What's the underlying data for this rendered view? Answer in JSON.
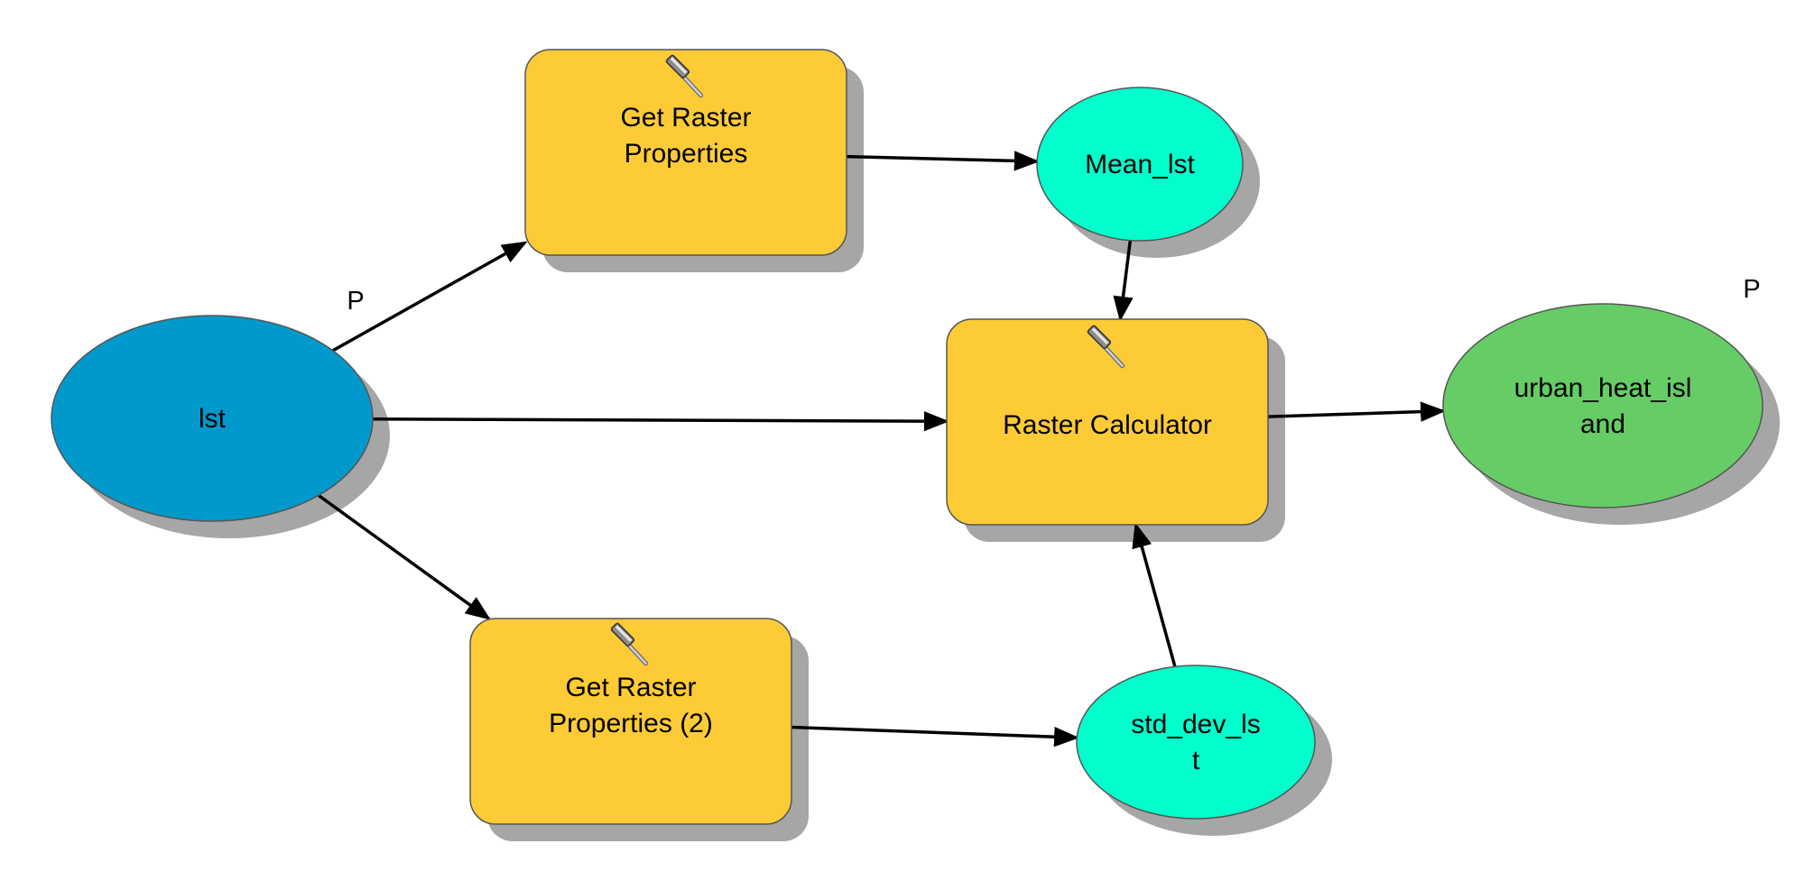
{
  "diagram": {
    "nodes": [
      {
        "id": "lst",
        "kind": "input-variable",
        "shape": "ellipse",
        "lines": [
          "lst"
        ],
        "parameter_flag": "P",
        "color": "#0099CC"
      },
      {
        "id": "get-raster-properties",
        "kind": "tool",
        "shape": "rounded-rect",
        "icon": "hammer-icon",
        "lines": [
          "Get Raster",
          "Properties"
        ],
        "color": "#FDCB36"
      },
      {
        "id": "get-raster-properties-2",
        "kind": "tool",
        "shape": "rounded-rect",
        "icon": "hammer-icon",
        "lines": [
          "Get Raster",
          "Properties (2)"
        ],
        "color": "#FDCB36"
      },
      {
        "id": "raster-calculator",
        "kind": "tool",
        "shape": "rounded-rect",
        "icon": "hammer-icon",
        "lines": [
          "Raster Calculator"
        ],
        "color": "#FDCB36"
      },
      {
        "id": "mean-lst",
        "kind": "derived-value",
        "shape": "ellipse",
        "lines": [
          "Mean_lst"
        ],
        "color": "#00FFCC"
      },
      {
        "id": "std-dev-lst",
        "kind": "derived-value",
        "shape": "ellipse",
        "lines": [
          "std_dev_ls",
          "t"
        ],
        "color": "#00FFCC"
      },
      {
        "id": "urban-heat-island",
        "kind": "output-data",
        "shape": "ellipse",
        "lines": [
          "urban_heat_isl",
          "and"
        ],
        "parameter_flag": "P",
        "color": "#66CC66"
      }
    ],
    "edges": [
      {
        "from": "lst",
        "to": "get-raster-properties"
      },
      {
        "from": "lst",
        "to": "raster-calculator"
      },
      {
        "from": "lst",
        "to": "get-raster-properties-2"
      },
      {
        "from": "get-raster-properties",
        "to": "mean-lst"
      },
      {
        "from": "get-raster-properties-2",
        "to": "std-dev-lst"
      },
      {
        "from": "mean-lst",
        "to": "raster-calculator"
      },
      {
        "from": "std-dev-lst",
        "to": "raster-calculator"
      },
      {
        "from": "raster-calculator",
        "to": "urban-heat-island"
      }
    ],
    "colors": {
      "shadow": "#A6A6A6",
      "edge": "#000000",
      "outline": "#555555"
    }
  }
}
